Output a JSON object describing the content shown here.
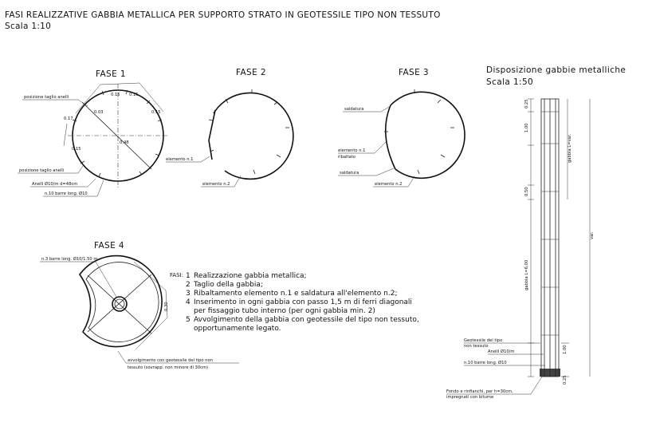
{
  "header": {
    "title": "FASI REALIZZATIVE GABBIA METALLICA PER SUPPORTO STRATO IN GEOTESSILE TIPO NON TESSUTO",
    "scale": "Scala 1:10"
  },
  "fase1": {
    "heading": "FASE 1",
    "labels": {
      "posizione_taglio_top": "posizione taglio anelli",
      "posizione_taglio_bottom": "posizione taglio anelli",
      "anelli": "Anelli Ø10/m  d=48cm",
      "barre": "n.10 barre long. Ø10"
    },
    "dims": {
      "d1": "0.15",
      "d2": "0.15",
      "d3": "0.15",
      "d4": "0.17",
      "d5": "0.03",
      "d6": "0.15",
      "diam": "0.48"
    }
  },
  "fase2": {
    "heading": "FASE 2",
    "labels": {
      "elemento1": "elemento n.1",
      "elemento2": "elemento n.2"
    }
  },
  "fase3": {
    "heading": "FASE 3",
    "labels": {
      "saldatura_top": "saldatura",
      "elemento1": "elemento n.1",
      "ribaltato": "ribaltato",
      "saldatura_bottom": "saldatura",
      "elemento2": "elemento n.2"
    }
  },
  "fase4": {
    "heading": "FASE 4",
    "labels": {
      "barre": "n.3 barre long. Ø10/1.50 m",
      "dim": "0.30",
      "avvolgimento_1": "avvolgimento con geotessile del tipo non",
      "avvolgimento_2": "tessuto (sovrapp. non minore di 30cm)"
    }
  },
  "fasi": {
    "prefix": "FASI:",
    "items": [
      {
        "num": "1",
        "text": "Realizzazione gabbia metallica;"
      },
      {
        "num": "2",
        "text": "Taglio della gabbia;"
      },
      {
        "num": "3",
        "text": "Ribaltamento elemento n.1 e saldatura all'elemento n.2;"
      },
      {
        "num": "4",
        "text": "Inserimento in ogni gabbia con passo 1,5 m di ferri diagonali"
      },
      {
        "num": "",
        "text": "per fissaggio tubo interno (per ogni gabbia min. 2)"
      },
      {
        "num": "5",
        "text": "Avvolgimento della gabbia con geotessile del tipo non tessuto,"
      },
      {
        "num": "",
        "text": "opportunamente legato."
      }
    ]
  },
  "disposizione": {
    "heading": "Disposizione gabbie metalliche",
    "scale": "Scala 1:50",
    "dims": {
      "d025_top": "0.25",
      "d100_top": "1.00",
      "gabbia_top": "gabbia L=var.",
      "d050": "0.50",
      "gabbia_mid": "gabbia L=6.00",
      "var": "var.",
      "d100_bot": "1.00",
      "d025_bot": "0.25"
    },
    "labels": {
      "geotessile_1": "Geotessile del tipo",
      "geotessile_2": "non tessuto",
      "anelli": "Anelli Ø10/m",
      "barre": "n.10 barre long. Ø10",
      "fondo_1": "Fondo e rinfianchi, per h=30cm,",
      "fondo_2": "impregnati con bitume"
    }
  }
}
